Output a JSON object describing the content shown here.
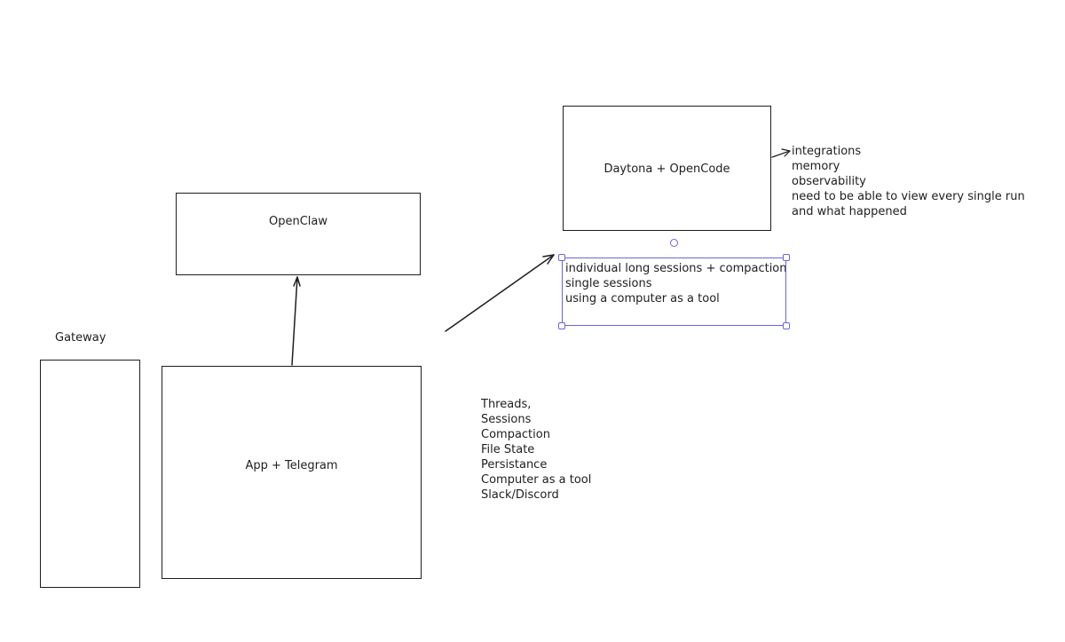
{
  "canvas": {
    "background": "#ffffff",
    "stroke_color": "#1e1e1e",
    "selection_color": "#6965db"
  },
  "shapes": {
    "openclaw": {
      "label": "OpenClaw"
    },
    "daytona": {
      "label": "Daytona + OpenCode"
    },
    "app": {
      "label": "App + Telegram"
    },
    "gateway": {
      "label": "Gateway"
    }
  },
  "notes": {
    "features": [
      "Threads,",
      "Sessions",
      "Compaction",
      "File State",
      "Persistance",
      "Computer as a tool",
      "Slack/Discord"
    ],
    "daytona_side": [
      "integrations",
      "memory",
      "observability",
      "need to be able to view every single run",
      "and what happened"
    ],
    "sessions": [
      "individual long sessions + compaction",
      "single sessions",
      "using a computer as a tool"
    ]
  }
}
